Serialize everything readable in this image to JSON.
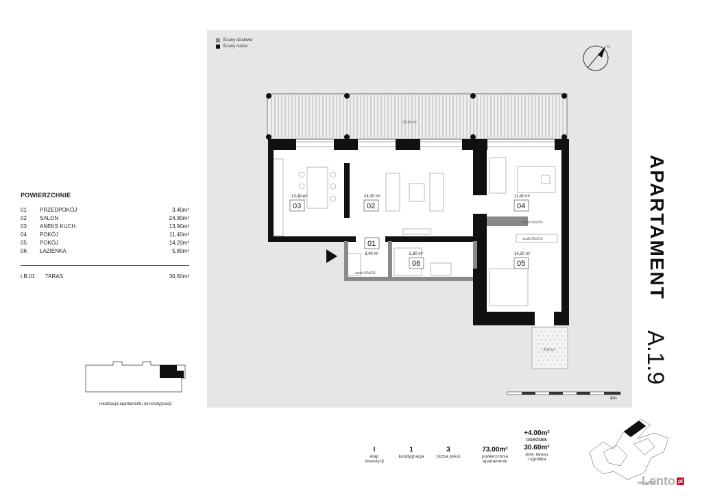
{
  "legend": {
    "partition_walls": "Ściany działowe",
    "load_bearing_walls": "Ściany nośne",
    "partition_color": "#8a8a8a",
    "bearing_color": "#111111"
  },
  "surfaces": {
    "title": "POWIERZCHNIE",
    "rooms": [
      {
        "num": "01",
        "name": "PRZEDPOKÓJ",
        "area": "3,40m²"
      },
      {
        "num": "02",
        "name": "SALON",
        "area": "24,30m²"
      },
      {
        "num": "03",
        "name": "ANEKS KUCH.",
        "area": "13,90m²"
      },
      {
        "num": "04",
        "name": "POKÓJ",
        "area": "11,40m²"
      },
      {
        "num": "05",
        "name": "POKÓJ",
        "area": "14,20m²"
      },
      {
        "num": "06",
        "name": "ŁAZIENKA",
        "area": "5,80m²"
      }
    ],
    "terrace": {
      "num": "t.B.01",
      "name": "TARAS",
      "area": "30,60m²"
    }
  },
  "plan": {
    "terrace_area": "~30,60 m²",
    "garden_area": "~4,00 m²",
    "rooms": [
      {
        "num": "01",
        "area": "3,40 m²"
      },
      {
        "num": "02",
        "area": "24,30 m²"
      },
      {
        "num": "03",
        "area": "13,90 m²"
      },
      {
        "num": "04",
        "area": "11,40 m²"
      },
      {
        "num": "05",
        "area": "14,20 m²"
      },
      {
        "num": "06",
        "area": "5,80 m²"
      }
    ],
    "wardrobe_notes": [
      "szafa 60x205",
      "szafa 60x215",
      "szafa 60x195"
    ],
    "compass_label": "N"
  },
  "apartment": {
    "label": "APARTAMENT",
    "code": "A.1.9"
  },
  "scale_label": "4m",
  "location_caption": "lokalizacja apartamentu na kondygnacji:",
  "stats": {
    "stage": {
      "value": "I",
      "label1": "etap",
      "label2": "inwestycji"
    },
    "floor": {
      "value": "1",
      "label1": "kondygnacja",
      "label2": ""
    },
    "rooms": {
      "value": "3",
      "label1": "liczba pokoi",
      "label2": ""
    },
    "area": {
      "value": "73.00m²",
      "label1": "powierzchnia",
      "label2": "apartamentu"
    },
    "outdoor": {
      "garden_value": "+4.00m²",
      "garden_label": "OGRÓDEK",
      "terrace_value": "30.60m²",
      "label1": "pow. tarasu",
      "label2": "/ ogródka"
    }
  },
  "site_caption": "plan sytuacji",
  "logo": {
    "text": "Lento",
    "badge": "pl"
  }
}
